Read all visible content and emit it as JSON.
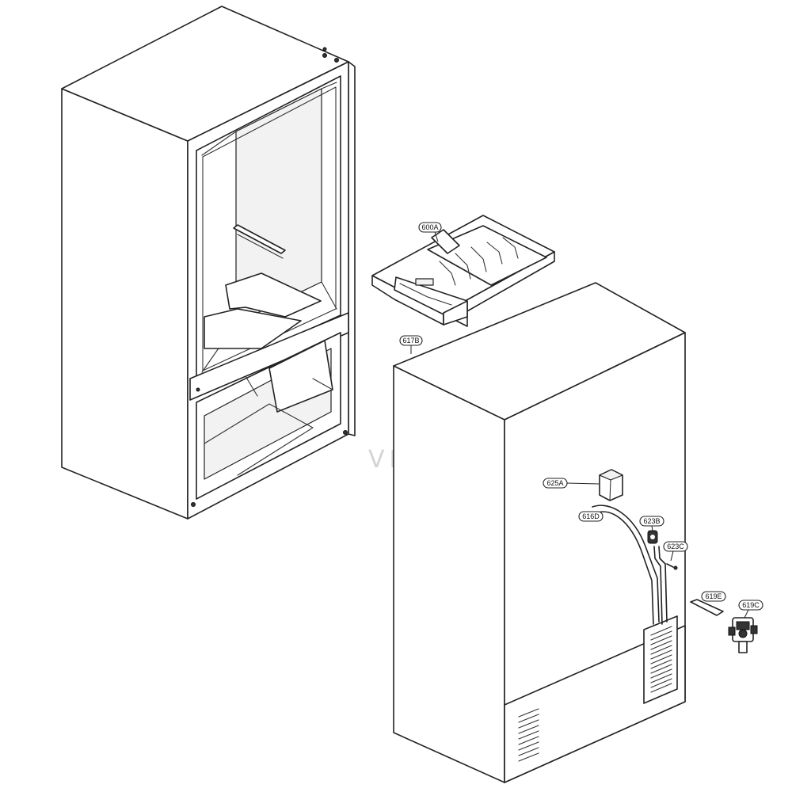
{
  "watermark": "VENTURE",
  "callouts": [
    {
      "id": "600A",
      "label": "600A"
    },
    {
      "id": "617B",
      "label": "617B"
    },
    {
      "id": "625A",
      "label": "625A"
    },
    {
      "id": "616D",
      "label": "616D"
    },
    {
      "id": "623B",
      "label": "623B"
    },
    {
      "id": "623C",
      "label": "623C"
    },
    {
      "id": "619E",
      "label": "619E"
    },
    {
      "id": "619C",
      "label": "619C"
    }
  ]
}
